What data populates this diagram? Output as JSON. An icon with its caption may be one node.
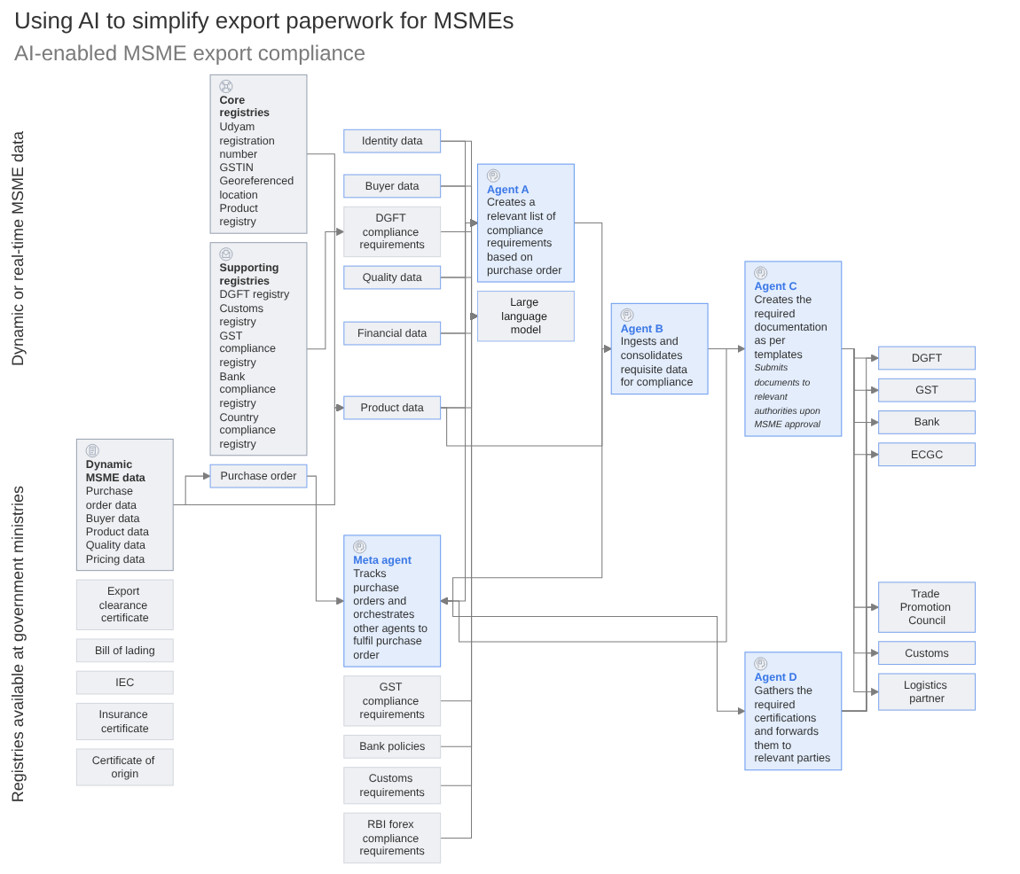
{
  "diagram": {
    "title": "Using AI to simplify export paperwork for MSMEs",
    "nodes": [
      {
        "text": [
          "Dynamic MSME data",
          "Purchase order data",
          "Buyer data",
          "Product data",
          "Quality data",
          "Pricing data"
        ]
      },
      {
        "text": [
          "Core registries",
          "Udyam registration number",
          "GSTIN",
          "Georeferenced location",
          "Product registry"
        ]
      },
      {
        "text": [
          "Supporting registries",
          "DGFT registry",
          "Customs registry",
          "GST compliance registry",
          "Bank compliance registry",
          "Country compliance registry"
        ]
      },
      {
        "text": [
          "Purchase order"
        ]
      },
      {
        "text": [
          "Identity data"
        ]
      },
      {
        "text": [
          "Buyer data"
        ]
      },
      {
        "text": [
          "Product data"
        ]
      },
      {
        "text": [
          "Quality data"
        ]
      },
      {
        "text": [
          "Financial data"
        ]
      },
      {
        "text": [
          "Meta agent",
          "Tracks purchase orders and orchestrates other agents to fulfil purchase order"
        ]
      },
      {
        "text": [
          "Agent A",
          "Creates a relevant list of compliance requirements based on purchase order"
        ]
      },
      {
        "text": [
          "Agent B",
          "Ingests and consolidates requisite data for compliance"
        ]
      },
      {
        "text": [
          "Agent C",
          "Creates the required documentation as per templates",
          "Submits documents to relevant authorities upon MSME approval"
        ]
      },
      {
        "text": [
          "Agent D",
          "Gathers the required certifications and forwards them to relevant parties"
        ]
      },
      {
        "text": [
          "Export clearance certificate"
        ]
      },
      {
        "text": [
          "Bill of lading"
        ]
      },
      {
        "text": [
          "IEC"
        ]
      },
      {
        "text": [
          "Insurance certificate"
        ]
      },
      {
        "text": [
          "Certificate of origin"
        ]
      },
      {
        "text": [
          "DGFT"
        ]
      },
      {
        "text": [
          "GST"
        ]
      },
      {
        "text": [
          "Bank"
        ]
      },
      {
        "text": [
          "ECGC"
        ]
      },
      {
        "text": [
          "Trade Promotion Council"
        ]
      },
      {
        "text": [
          "Customs"
        ]
      },
      {
        "text": [
          "Logistics partner"
        ]
      },
      {
        "text": [
          "Large language model"
        ]
      },
      {
        "text": [
          "DGFT compliance requirements"
        ]
      },
      {
        "text": [
          "GST compliance requirements"
        ]
      },
      {
        "text": [
          "Bank policies"
        ]
      },
      {
        "text": [
          "Customs requirements"
        ]
      },
      {
        "text": [
          "RBI forex compliance requirements"
        ]
      }
    ],
    "edges": [
      {
        "from": 0,
        "to": 3,
        "arrow": "to"
      },
      {
        "from": 3,
        "to": 9,
        "arrow": "to"
      },
      {
        "from": 0,
        "to": 6,
        "arrow": "to"
      },
      {
        "from": 1,
        "to": 6,
        "arrow": "to"
      },
      {
        "from": 2,
        "to": 27,
        "arrow": "to"
      },
      {
        "from": 4,
        "to": 10,
        "arrow": "to"
      },
      {
        "from": 5,
        "to": 10,
        "arrow": "to"
      },
      {
        "from": 6,
        "to": 10,
        "arrow": "to"
      },
      {
        "from": 7,
        "to": 10,
        "arrow": "to"
      },
      {
        "from": 8,
        "to": 10,
        "arrow": "to"
      },
      {
        "from": 4,
        "to": 26,
        "arrow": "to"
      },
      {
        "from": 5,
        "to": 26,
        "arrow": "to"
      },
      {
        "from": 6,
        "to": 26,
        "arrow": "to"
      },
      {
        "from": 7,
        "to": 26,
        "arrow": "to"
      },
      {
        "from": 8,
        "to": 26,
        "arrow": "to"
      },
      {
        "from": 6,
        "to": 11,
        "arrow": "to"
      },
      {
        "from": 9,
        "to": 10,
        "arrow": "both"
      },
      {
        "from": 9,
        "to": 11,
        "arrow": "both"
      },
      {
        "from": 9,
        "to": 13,
        "arrow": "both"
      },
      {
        "from": 12,
        "to": 9,
        "arrow": "to"
      },
      {
        "from": 10,
        "to": 11,
        "arrow": "to"
      },
      {
        "from": 11,
        "to": 12,
        "arrow": "to"
      },
      {
        "from": 12,
        "to": 19,
        "arrow": "to"
      },
      {
        "from": 12,
        "to": 20,
        "arrow": "to"
      },
      {
        "from": 12,
        "to": 21,
        "arrow": "to"
      },
      {
        "from": 12,
        "to": 22,
        "arrow": "to"
      },
      {
        "from": 12,
        "to": 23,
        "arrow": "to"
      },
      {
        "from": 12,
        "to": 24,
        "arrow": "to"
      },
      {
        "from": 12,
        "to": 25,
        "arrow": "to"
      },
      {
        "from": 13,
        "to": 19,
        "arrow": "none"
      },
      {
        "from": 13,
        "to": 20,
        "arrow": "none"
      },
      {
        "from": 13,
        "to": 21,
        "arrow": "none"
      },
      {
        "from": 13,
        "to": 22,
        "arrow": "none"
      },
      {
        "from": 13,
        "to": 23,
        "arrow": "none"
      },
      {
        "from": 13,
        "to": 24,
        "arrow": "none"
      },
      {
        "from": 13,
        "to": 25,
        "arrow": "none"
      },
      {
        "from": 27,
        "to": 26,
        "arrow": "to"
      },
      {
        "from": 28,
        "to": 26,
        "arrow": "to"
      },
      {
        "from": 29,
        "to": 26,
        "arrow": "to"
      },
      {
        "from": 30,
        "to": 26,
        "arrow": "to"
      },
      {
        "from": 31,
        "to": 26,
        "arrow": "to"
      }
    ],
    "labels": [
      "AI-enabled MSME export compliance",
      "Dynamic or real-time MSME data",
      "Registries available at government ministries"
    ]
  }
}
